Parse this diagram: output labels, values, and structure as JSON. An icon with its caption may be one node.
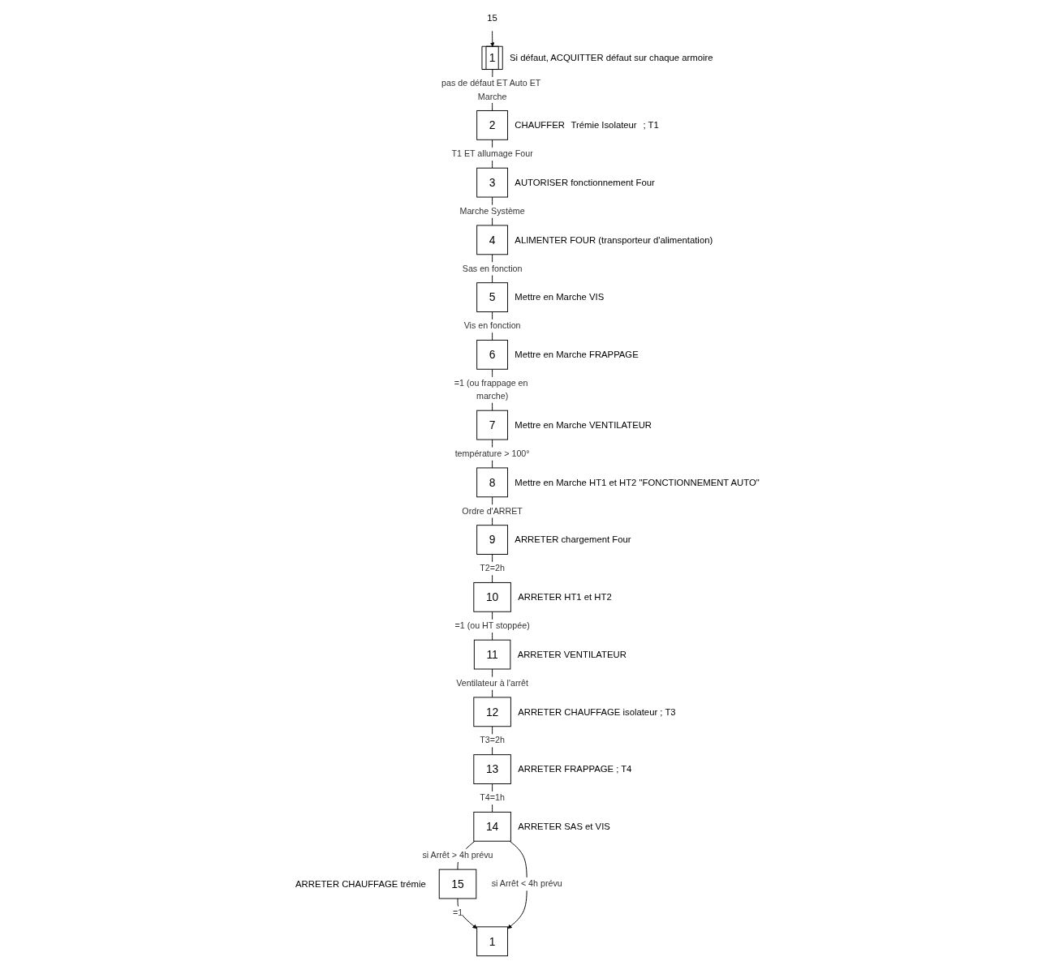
{
  "diagram": {
    "nodes": [
      {
        "text": [
          "15"
        ]
      },
      {
        "text": [
          "1"
        ],
        "beside": [
          "Si défaut, ACQUITTER défaut sur chaque armoire"
        ]
      },
      {
        "text": [
          "2"
        ],
        "beside": [
          "CHAUFFER",
          "Trémie Isolateur",
          "; T1"
        ]
      },
      {
        "text": [
          "3"
        ],
        "beside": [
          "AUTORISER fonctionnement Four"
        ]
      },
      {
        "text": [
          "4"
        ],
        "beside": [
          "ALIMENTER FOUR (transporteur d'alimentation)"
        ]
      },
      {
        "text": [
          "5"
        ],
        "beside": [
          "Mettre en Marche VIS"
        ]
      },
      {
        "text": [
          "6"
        ],
        "beside": [
          "Mettre en Marche FRAPPAGE"
        ]
      },
      {
        "text": [
          "7"
        ],
        "beside": [
          "Mettre en Marche VENTILATEUR"
        ]
      },
      {
        "text": [
          "8"
        ],
        "beside": [
          "Mettre en Marche HT1 et HT2 \"FONCTIONNEMENT AUTO\""
        ]
      },
      {
        "text": [
          "9"
        ],
        "beside": [
          "ARRETER chargement Four"
        ]
      },
      {
        "text": [
          "10"
        ],
        "beside": [
          "ARRETER HT1 et HT2"
        ]
      },
      {
        "text": [
          "11"
        ],
        "beside": [
          "ARRETER VENTILATEUR"
        ]
      },
      {
        "text": [
          "12"
        ],
        "beside": [
          "ARRETER CHAUFFAGE isolateur ; T3"
        ]
      },
      {
        "text": [
          "13"
        ],
        "beside": [
          "ARRETER FRAPPAGE ; T4"
        ]
      },
      {
        "text": [
          "14"
        ],
        "beside": [
          "ARRETER SAS et VIS"
        ]
      },
      {
        "text": [
          "15"
        ],
        "beside": [
          "ARRETER CHAUFFAGE trémie"
        ]
      },
      {
        "text": [
          "1"
        ]
      }
    ],
    "edges": [
      {
        "from": 0,
        "to": 1,
        "arrow": "to"
      },
      {
        "from": 1,
        "to": 2,
        "arrow": "none",
        "label": "pas de défaut ET Auto ET Marche"
      },
      {
        "from": 2,
        "to": 3,
        "arrow": "none",
        "label": "T1 ET allumage Four"
      },
      {
        "from": 3,
        "to": 4,
        "arrow": "none",
        "label": "Marche Système"
      },
      {
        "from": 4,
        "to": 5,
        "arrow": "none",
        "label": "Sas en fonction"
      },
      {
        "from": 5,
        "to": 6,
        "arrow": "none",
        "label": "Vis en fonction"
      },
      {
        "from": 6,
        "to": 7,
        "arrow": "none",
        "label": "=1 (ou frappage en marche)"
      },
      {
        "from": 7,
        "to": 8,
        "arrow": "none",
        "label": "température > 100°"
      },
      {
        "from": 8,
        "to": 9,
        "arrow": "none",
        "label": "Ordre d'ARRET"
      },
      {
        "from": 9,
        "to": 10,
        "arrow": "none",
        "label": "T2=2h"
      },
      {
        "from": 10,
        "to": 11,
        "arrow": "none",
        "label": "=1 (ou HT stoppée)"
      },
      {
        "from": 11,
        "to": 12,
        "arrow": "none",
        "label": "Ventilateur à l'arrêt"
      },
      {
        "from": 12,
        "to": 13,
        "arrow": "none",
        "label": "T3=2h"
      },
      {
        "from": 13,
        "to": 14,
        "arrow": "none",
        "label": "T4=1h"
      },
      {
        "from": 14,
        "to": 15,
        "arrow": "none",
        "label": "si Arrêt > 4h prévu"
      },
      {
        "from": 15,
        "to": 16,
        "arrow": "to",
        "label": "=1"
      },
      {
        "from": 14,
        "to": 16,
        "arrow": "to",
        "label": "si Arrêt < 4h prévu"
      }
    ]
  }
}
